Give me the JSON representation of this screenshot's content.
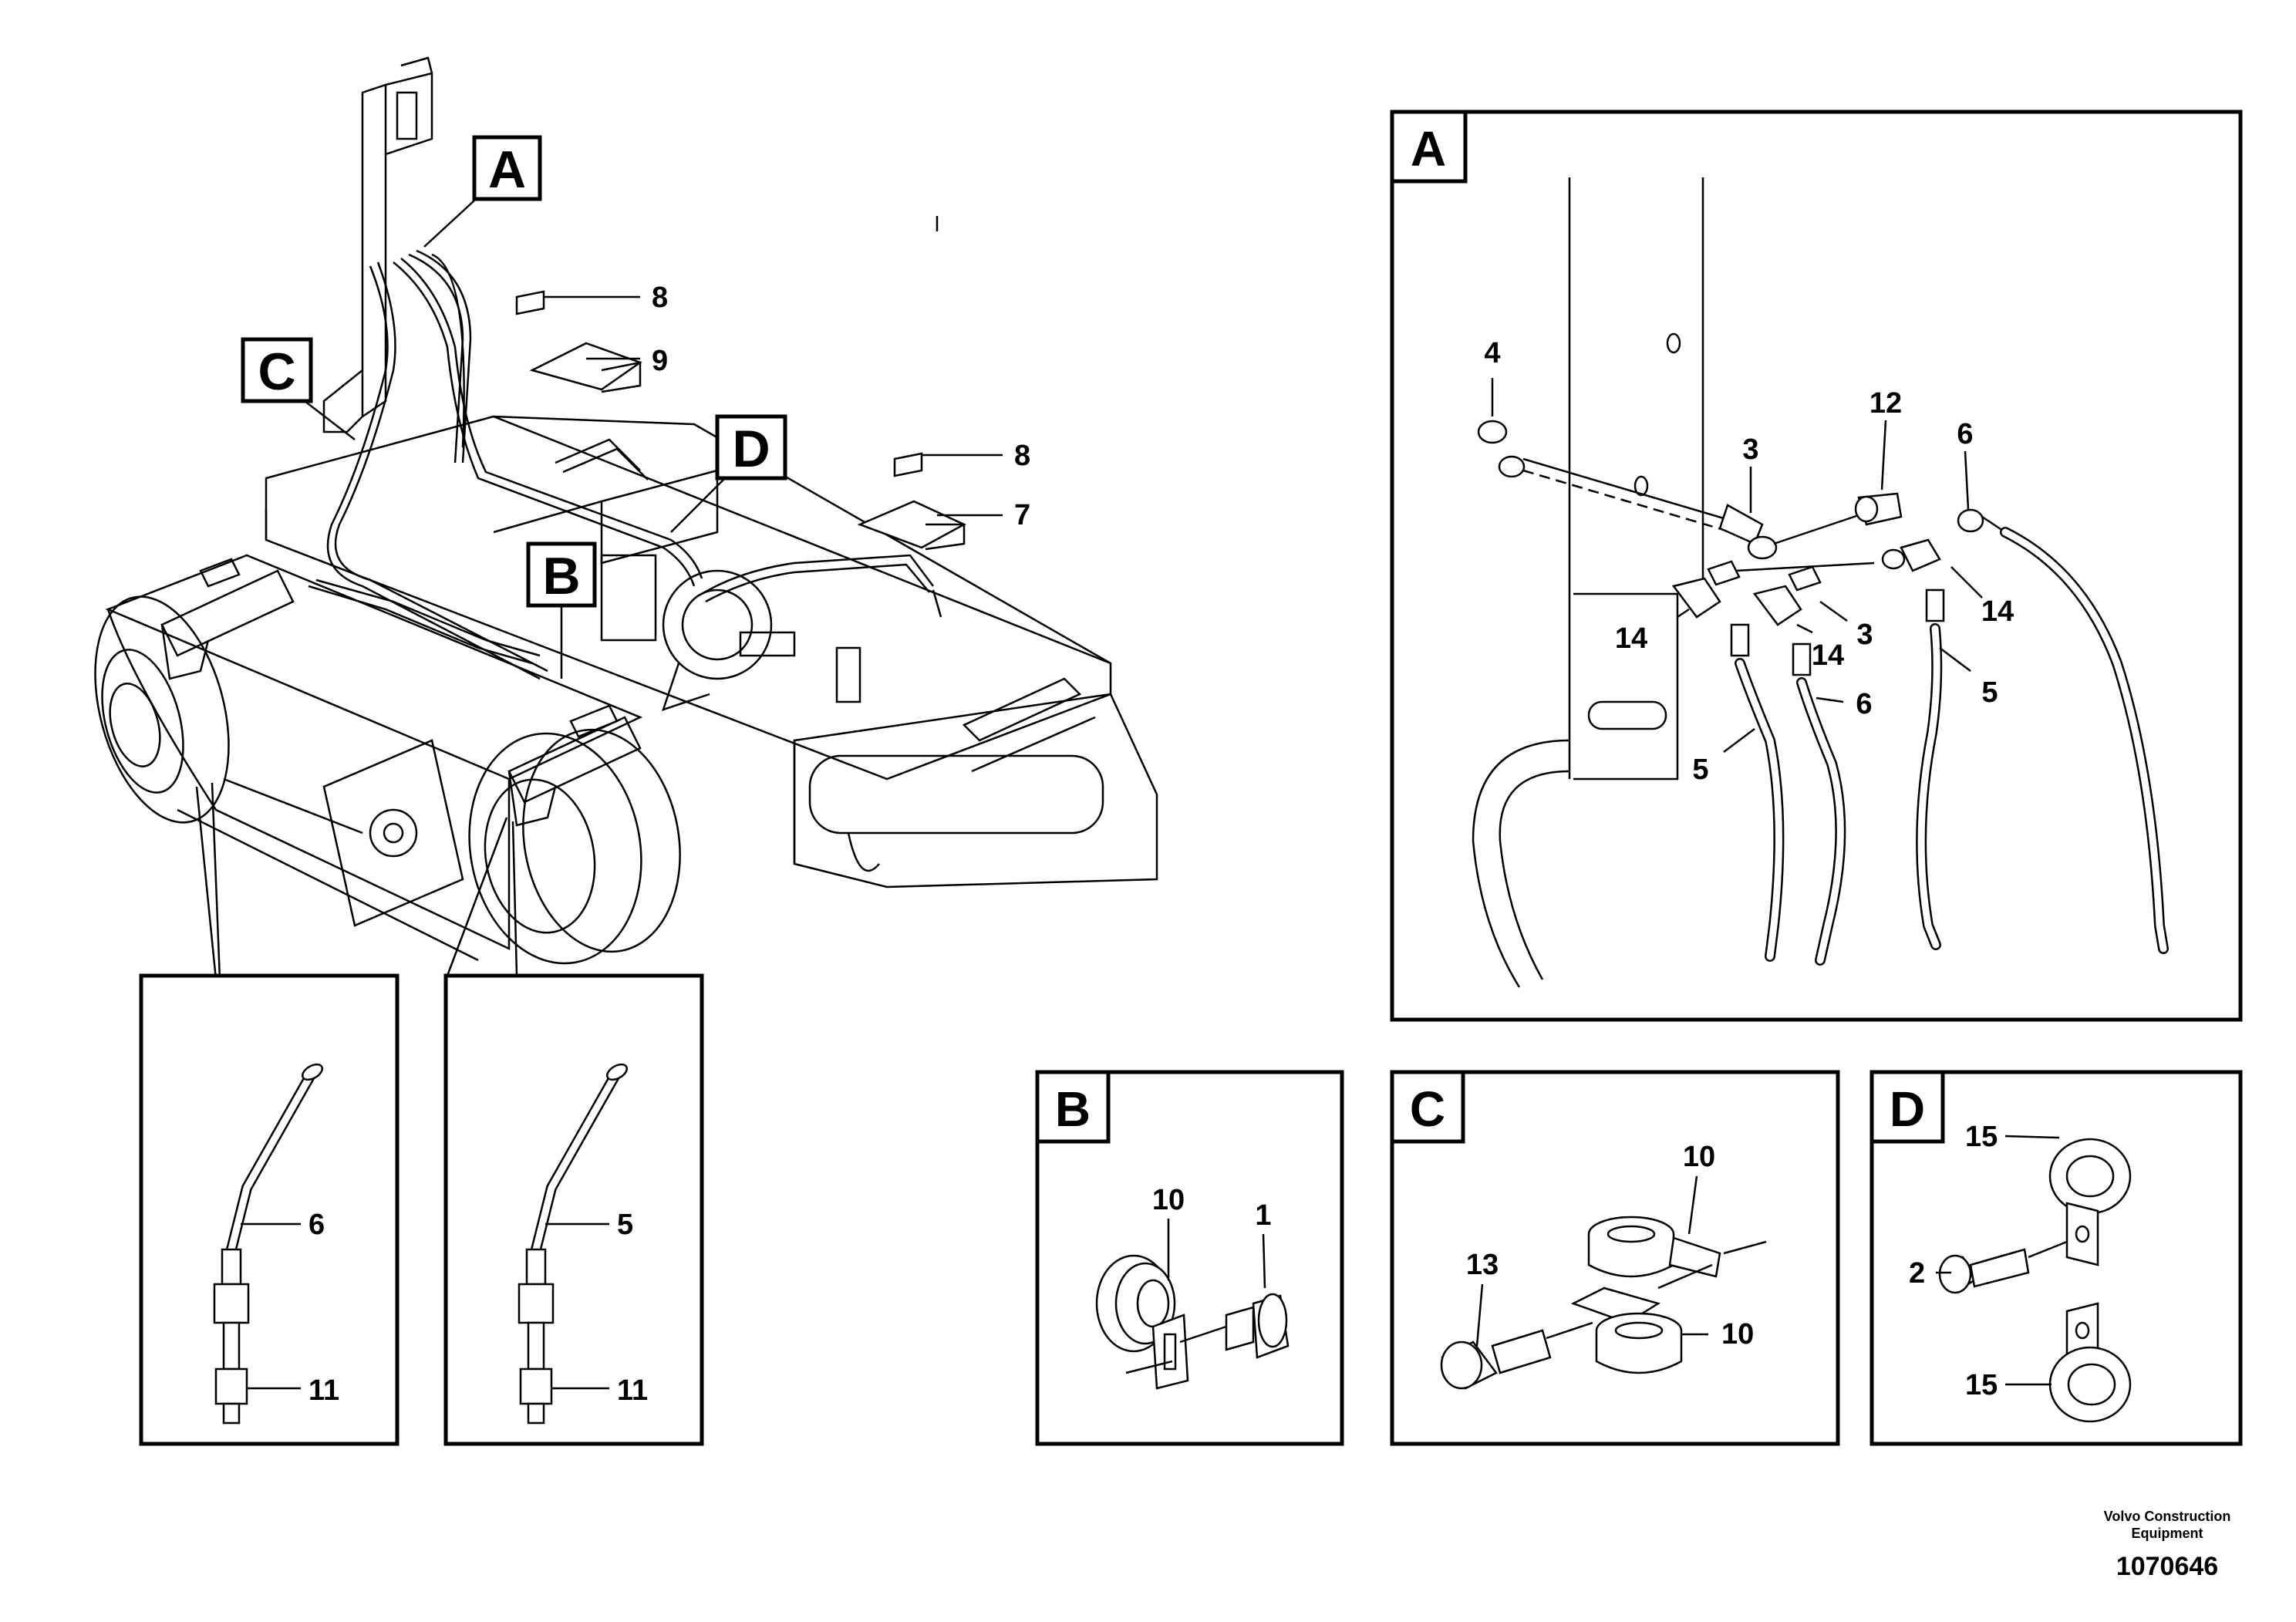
{
  "views": {
    "main": {
      "tags": [
        "A",
        "B",
        "C",
        "D"
      ],
      "callouts": [
        "8",
        "9",
        "8",
        "7"
      ]
    },
    "detail_left": {
      "callouts": [
        "6",
        "11"
      ]
    },
    "detail_right": {
      "callouts": [
        "5",
        "11"
      ]
    },
    "panel_a": {
      "letter": "A",
      "callouts": [
        "4",
        "3",
        "12",
        "6",
        "14",
        "14",
        "3",
        "14",
        "6",
        "5",
        "5"
      ]
    },
    "panel_b": {
      "letter": "B",
      "callouts": [
        "10",
        "1"
      ]
    },
    "panel_c": {
      "letter": "C",
      "callouts": [
        "10",
        "13",
        "10"
      ]
    },
    "panel_d": {
      "letter": "D",
      "callouts": [
        "15",
        "2",
        "15"
      ]
    }
  },
  "footer": {
    "brand_line1": "Volvo Construction",
    "brand_line2": "Equipment",
    "drawing_number": "1070646"
  }
}
